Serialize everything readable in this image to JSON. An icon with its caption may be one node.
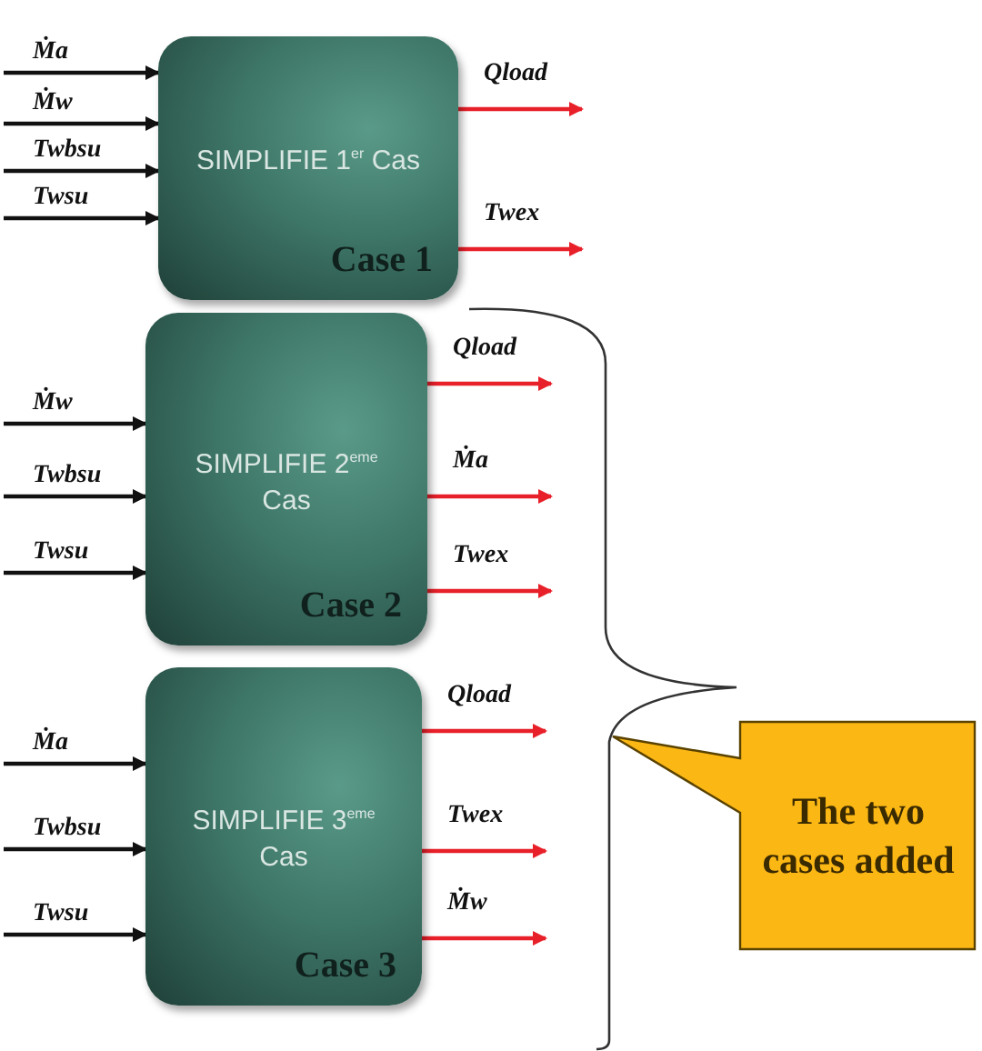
{
  "diagram": {
    "nodes": [
      {
        "text": [
          "SIMPLIFIE 1$^{er}$ Cas",
          "Case 1"
        ]
      },
      {
        "text": [
          "SIMPLIFIE 2$^{eme}$ Cas",
          "Case 2"
        ]
      },
      {
        "text": [
          "SIMPLIFIE 3$^{eme}$ Cas",
          "Case 3"
        ]
      },
      {
        "text": [
          "The two cases added"
        ]
      }
    ],
    "edges": [
      {
        "from": null,
        "to": 0,
        "arrow": "to",
        "label": "Ṁa"
      },
      {
        "from": null,
        "to": 0,
        "arrow": "to",
        "label": "Ṁw"
      },
      {
        "from": null,
        "to": 0,
        "arrow": "to",
        "label": "Twbsu"
      },
      {
        "from": null,
        "to": 0,
        "arrow": "to",
        "label": "Twsu"
      },
      {
        "from": 0,
        "to": null,
        "arrow": "to",
        "label": "Qload",
        "color": "#e8202a"
      },
      {
        "from": 0,
        "to": null,
        "arrow": "to",
        "label": "Twex",
        "color": "#e8202a"
      },
      {
        "from": null,
        "to": 1,
        "arrow": "to",
        "label": "Ṁw"
      },
      {
        "from": null,
        "to": 1,
        "arrow": "to",
        "label": "Twbsu"
      },
      {
        "from": null,
        "to": 1,
        "arrow": "to",
        "label": "Twsu"
      },
      {
        "from": 1,
        "to": null,
        "arrow": "to",
        "label": "Qload",
        "color": "#e8202a"
      },
      {
        "from": 1,
        "to": null,
        "arrow": "to",
        "label": "Ṁa",
        "color": "#e8202a"
      },
      {
        "from": 1,
        "to": null,
        "arrow": "to",
        "label": "Twex",
        "color": "#e8202a"
      },
      {
        "from": null,
        "to": 2,
        "arrow": "to",
        "label": "Ṁa"
      },
      {
        "from": null,
        "to": 2,
        "arrow": "to",
        "label": "Twbsu"
      },
      {
        "from": null,
        "to": 2,
        "arrow": "to",
        "label": "Twsu"
      },
      {
        "from": 2,
        "to": null,
        "arrow": "to",
        "label": "Qload",
        "color": "#e8202a"
      },
      {
        "from": 2,
        "to": null,
        "arrow": "to",
        "label": "Twex",
        "color": "#e8202a"
      },
      {
        "from": 2,
        "to": null,
        "arrow": "to",
        "label": "Ṁw",
        "color": "#e8202a"
      }
    ]
  }
}
